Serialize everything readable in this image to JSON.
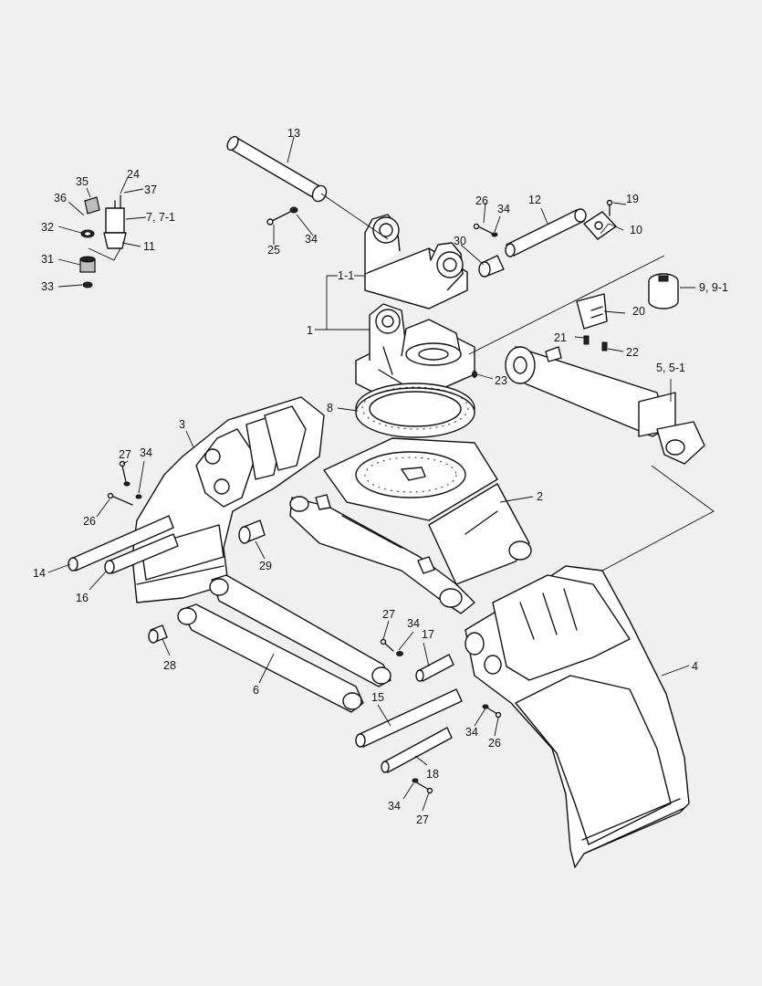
{
  "labels": {
    "l1": "1",
    "l1_1": "1-1",
    "l2": "2",
    "l3": "3",
    "l4": "4",
    "l5": "5, 5-1",
    "l6": "6",
    "l7": "7, 7-1",
    "l8": "8",
    "l9": "9, 9-1",
    "l10": "10",
    "l11": "11",
    "l12": "12",
    "l13": "13",
    "l14": "14",
    "l15": "15",
    "l16": "16",
    "l17": "17",
    "l18": "18",
    "l19": "19",
    "l20": "20",
    "l21": "21",
    "l22": "22",
    "l23": "23",
    "l24": "24",
    "l25": "25",
    "l26a": "26",
    "l26b": "26",
    "l26c": "26",
    "l27a": "27",
    "l27b": "27",
    "l27c": "27",
    "l28": "28",
    "l29": "29",
    "l30": "30",
    "l31": "31",
    "l32": "32",
    "l33": "33",
    "l34a": "34",
    "l34b": "34",
    "l34c": "34",
    "l34d": "34",
    "l34e": "34",
    "l35": "35",
    "l36": "36",
    "l37": "37"
  }
}
